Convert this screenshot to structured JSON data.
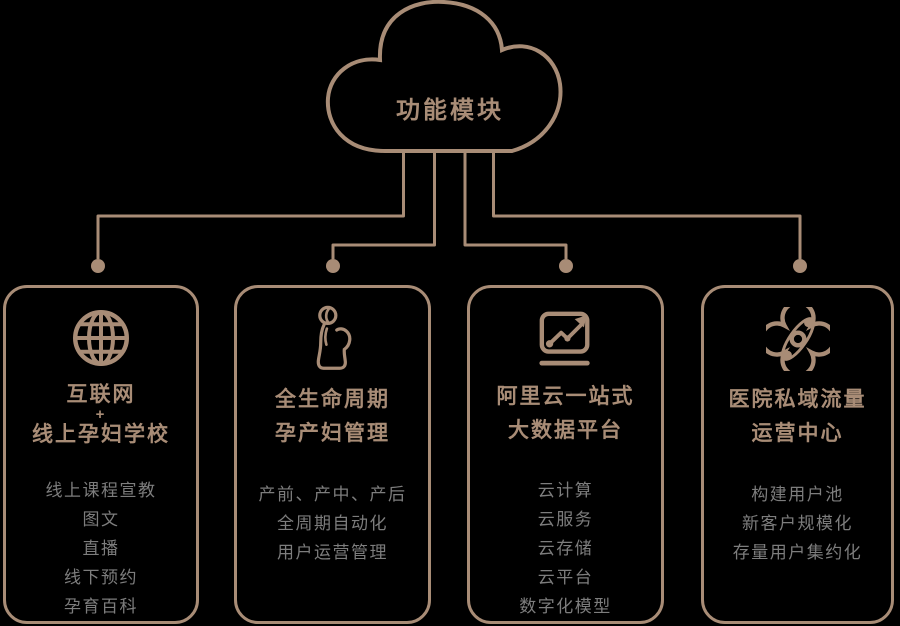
{
  "background_color": "#000000",
  "accent_color": "#a88c76",
  "item_text_color": "#7d7d7d",
  "cloud": {
    "label": "功能模块"
  },
  "cards": [
    {
      "icon": "globe-icon",
      "title_lines": [
        "互联网",
        "+",
        "线上孕妇学校"
      ],
      "items": [
        "线上课程宣教",
        "图文",
        "直播",
        "线下预约",
        "孕育百科"
      ]
    },
    {
      "icon": "pregnant-woman-icon",
      "title_lines": [
        "全生命周期",
        "孕产妇管理"
      ],
      "items": [
        "产前、产中、产后",
        "全周期自动化",
        "用户运营管理"
      ]
    },
    {
      "icon": "chart-icon",
      "title_lines": [
        "阿里云一站式",
        "大数据平台"
      ],
      "items": [
        "云计算",
        "云服务",
        "云存储",
        "云平台",
        "数字化模型"
      ]
    },
    {
      "icon": "atom-icon",
      "title_lines": [
        "医院私域流量",
        "运营中心"
      ],
      "items": [
        "构建用户池",
        "新客户规模化",
        "存量用户集约化"
      ]
    }
  ]
}
